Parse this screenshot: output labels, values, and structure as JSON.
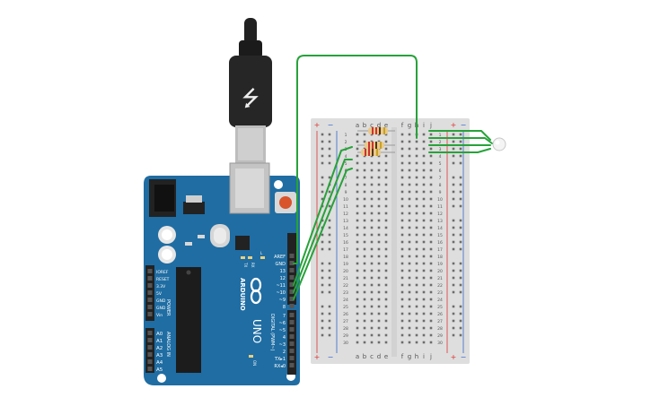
{
  "arduino": {
    "brand": "ARDUINO",
    "model": "UNO",
    "digital_header": "DIGITAL (PWM~)",
    "power_header": "POWER",
    "analog_header": "ANALOG IN",
    "on_label": "ON",
    "tx_label": "TX",
    "rx_label": "RX",
    "l_label": "L",
    "digital_pins": [
      "AREF",
      "GND",
      "13",
      "12",
      "~11",
      "~10",
      "~9",
      "8",
      "7",
      "~6",
      "~5",
      "4",
      "~3",
      "2",
      "TX▸1",
      "RX◂0"
    ],
    "power_pins": [
      "IOREF",
      "RESET",
      "3.3V",
      "5V",
      "GND",
      "GND",
      "Vin"
    ],
    "analog_pins": [
      "A0",
      "A1",
      "A2",
      "A3",
      "A4",
      "A5"
    ]
  },
  "breadboard": {
    "columns_left": [
      "a",
      "b",
      "c",
      "d",
      "e"
    ],
    "columns_right": [
      "f",
      "g",
      "h",
      "i",
      "j"
    ],
    "plus_label": "+",
    "minus_label": "−",
    "row_count": 30
  },
  "colors": {
    "board": "#1f6da3",
    "wire": "#27a23a",
    "breadboard": "#dedede",
    "rail_red": "#d33",
    "rail_blue": "#36c"
  }
}
